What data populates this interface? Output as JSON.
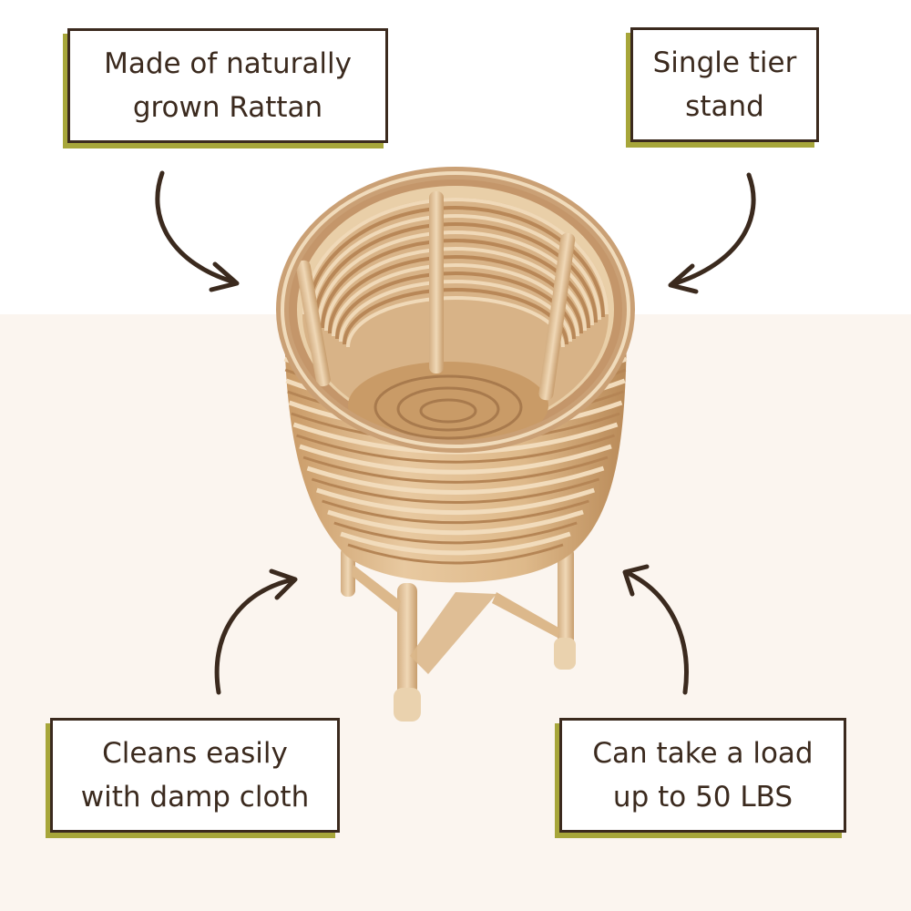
{
  "callouts": {
    "material": {
      "line1": "Made of naturally",
      "line2": "grown Rattan"
    },
    "tier": {
      "line1": "Single tier",
      "line2": "stand"
    },
    "cleaning": {
      "line1": "Cleans easily",
      "line2": "with damp cloth"
    },
    "load": {
      "line1": "Can take a load",
      "line2": "up to 50 LBS"
    }
  },
  "colors": {
    "text": "#3b2a1e",
    "shadow": "#a7a63a",
    "floor": "#fbf5ef",
    "rattan": "#d9b48a"
  },
  "product": "rattan-plant-stand"
}
